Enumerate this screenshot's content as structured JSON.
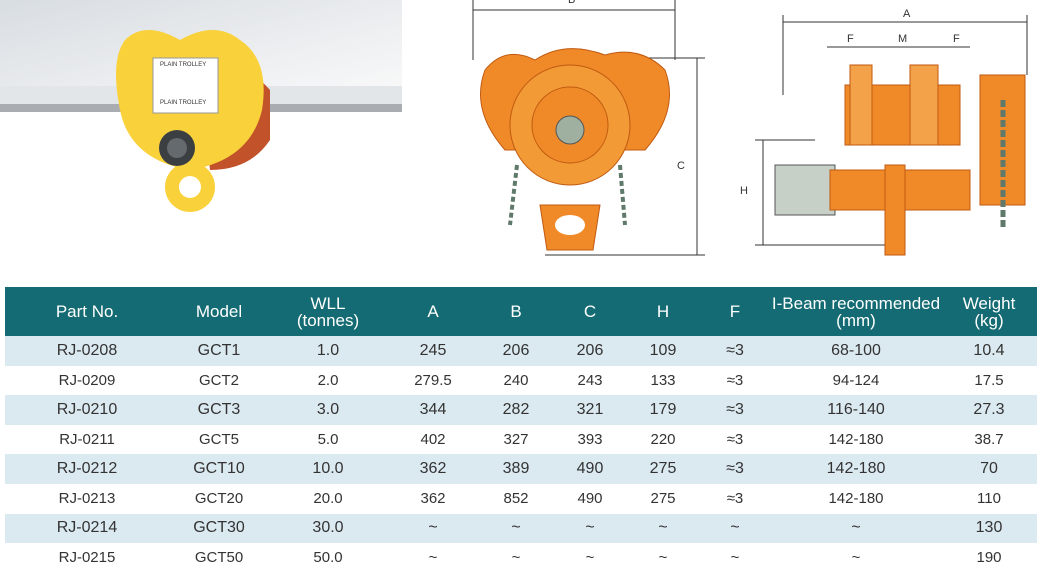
{
  "photo": {
    "label_top": "PLAIN TROLLEY",
    "label_bottom": "PLAIN TROLLEY"
  },
  "diagram_front": {
    "dim_b": "B",
    "dim_c": "C"
  },
  "diagram_side": {
    "dim_a": "A",
    "dim_f1": "F",
    "dim_m": "M",
    "dim_f2": "F",
    "dim_h": "H"
  },
  "table": {
    "headers": [
      "Part No.",
      "Model",
      "WLL\n(tonnes)",
      "A",
      "B",
      "C",
      "H",
      "F",
      "I-Beam recommended\n(mm)",
      "Weight\n(kg)"
    ],
    "rows": [
      [
        "RJ-0208",
        "GCT1",
        "1.0",
        "245",
        "206",
        "206",
        "109",
        "≈3",
        "68-100",
        "10.4"
      ],
      [
        "RJ-0209",
        "GCT2",
        "2.0",
        "279.5",
        "240",
        "243",
        "133",
        "≈3",
        "94-124",
        "17.5"
      ],
      [
        "RJ-0210",
        "GCT3",
        "3.0",
        "344",
        "282",
        "321",
        "179",
        "≈3",
        "116-140",
        "27.3"
      ],
      [
        "RJ-0211",
        "GCT5",
        "5.0",
        "402",
        "327",
        "393",
        "220",
        "≈3",
        "142-180",
        "38.7"
      ],
      [
        "RJ-0212",
        "GCT10",
        "10.0",
        "362",
        "389",
        "490",
        "275",
        "≈3",
        "142-180",
        "70"
      ],
      [
        "RJ-0213",
        "GCT20",
        "20.0",
        "362",
        "852",
        "490",
        "275",
        "≈3",
        "142-180",
        "110"
      ],
      [
        "RJ-0214",
        "GCT30",
        "30.0",
        "~",
        "~",
        "~",
        "~",
        "~",
        "~",
        "130"
      ],
      [
        "RJ-0215",
        "GCT50",
        "50.0",
        "~",
        "~",
        "~",
        "~",
        "~",
        "~",
        "190"
      ]
    ]
  },
  "colors": {
    "header": "#146b73",
    "alt_row": "#dbe9f0",
    "trolley": "#f4a52a"
  }
}
